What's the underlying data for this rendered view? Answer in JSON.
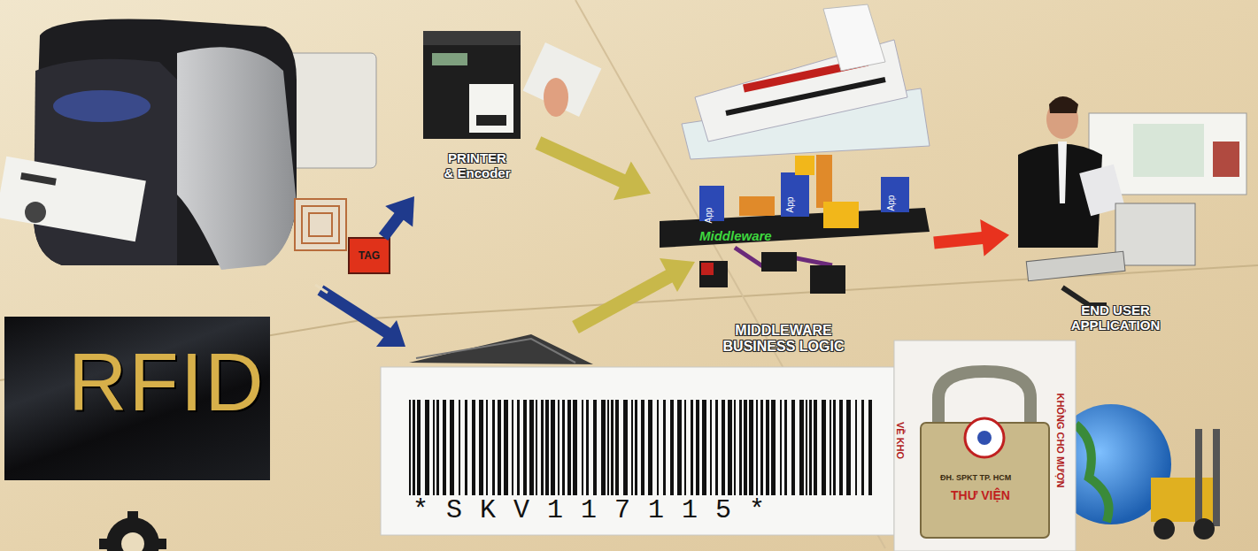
{
  "diagram": {
    "nodes": [
      {
        "text": [
          "RFID"
        ]
      },
      {
        "text": [
          "TAG"
        ]
      },
      {
        "text": [
          "PRINTER & Encoder"
        ]
      },
      {
        "text": [
          "Middleware",
          "MIDDLEWARE BUSINESS LOGIC"
        ]
      },
      {
        "text": [
          "END USER APPLICATION"
        ]
      }
    ],
    "edges": [
      {
        "from": 1,
        "to": 2,
        "arrow": "to"
      },
      {
        "from": 2,
        "to": 3,
        "arrow": "to"
      },
      {
        "from": 3,
        "to": 4,
        "arrow": "to"
      }
    ],
    "labels": [
      "App",
      "App",
      "App",
      "* S K V 1 1 7 1 1 5 *",
      "ĐH. SPKT TP. HCM",
      "THƯ VIỆN",
      "VỀ KHO",
      "KHÔNG CHO MƯỢN"
    ]
  }
}
